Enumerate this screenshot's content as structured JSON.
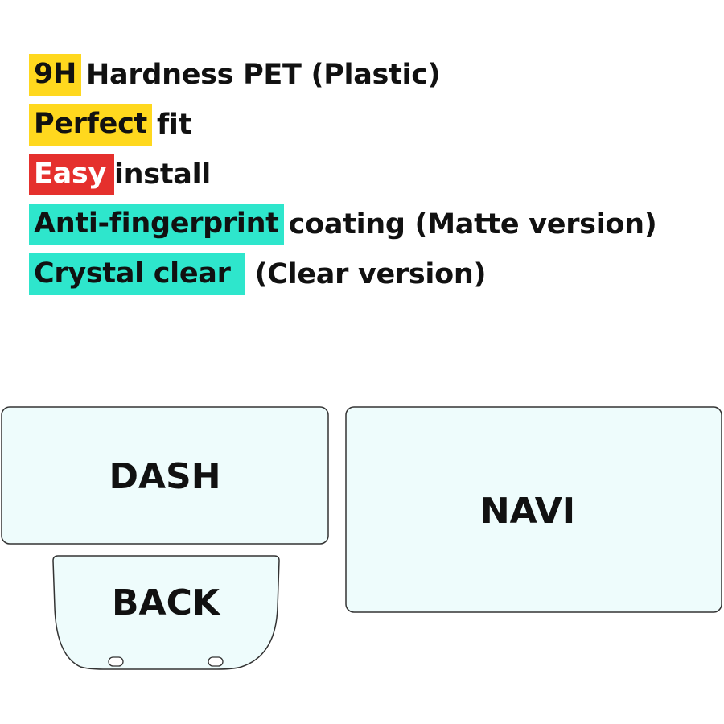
{
  "features": [
    {
      "highlight": "9H",
      "highlight_color": "#ffd81e",
      "highlight_text_color": "#111111",
      "rest": "Hardness PET (Plastic)"
    },
    {
      "highlight": "Perfect",
      "highlight_color": "#ffd81e",
      "highlight_text_color": "#111111",
      "rest": "fit"
    },
    {
      "highlight": "Easy",
      "highlight_color": "#e5302d",
      "highlight_text_color": "#ffffff",
      "rest": "install"
    },
    {
      "highlight": "Anti-fingerprint",
      "highlight_color": "#2ee6cc",
      "highlight_text_color": "#111111",
      "rest": "coating (Matte version)"
    },
    {
      "highlight": "Crystal clear",
      "highlight_color": "#2ee6cc",
      "highlight_text_color": "#111111",
      "rest": "(Clear version)"
    }
  ],
  "panels": {
    "dash": "DASH",
    "navi": "NAVI",
    "back": "BACK"
  },
  "colors": {
    "panel_fill": "#eefcfc",
    "panel_stroke": "#333333"
  }
}
